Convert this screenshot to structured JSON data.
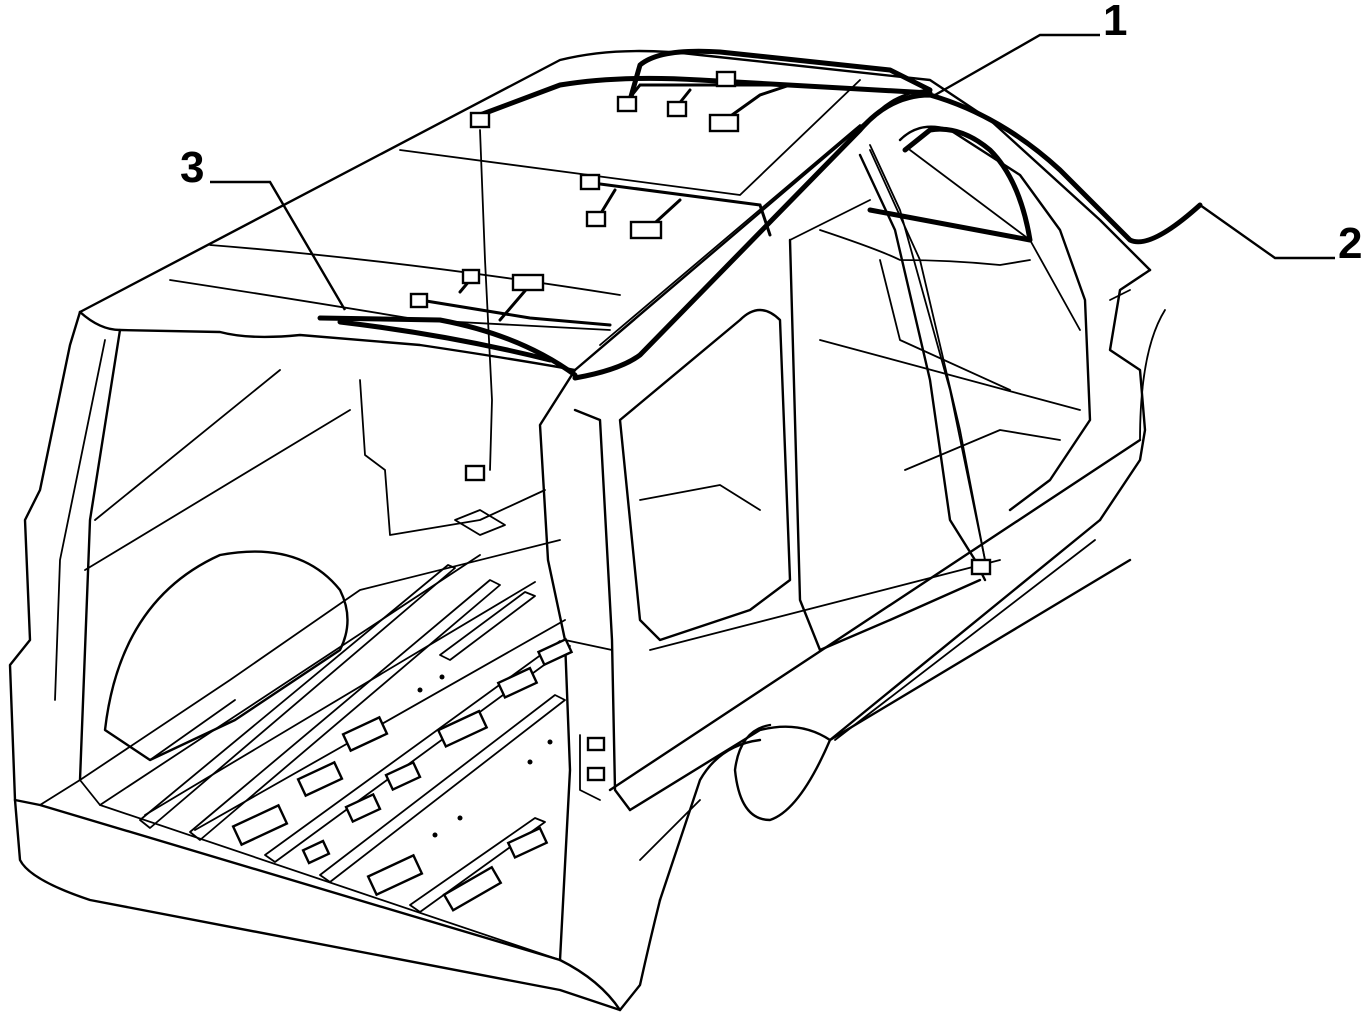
{
  "diagram": {
    "callouts": [
      {
        "id": "1",
        "label": "1",
        "part": "roof-harness"
      },
      {
        "id": "2",
        "label": "2",
        "part": "side-harness"
      },
      {
        "id": "3",
        "label": "3",
        "part": "rear-harness"
      }
    ],
    "colors": {
      "line": "#000000",
      "background": "#ffffff"
    }
  }
}
